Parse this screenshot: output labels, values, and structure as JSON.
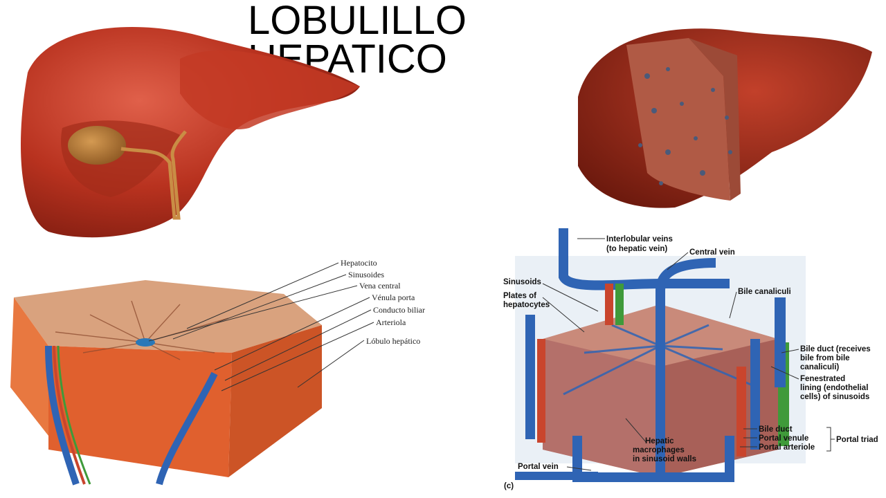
{
  "slide": {
    "title_line1": "LOBULILLO",
    "title_line2": "HEPATICO"
  },
  "left_diagram": {
    "labels": [
      "Hepatocito",
      "Sinusoides",
      "Vena central",
      "Vénula porta",
      "Conducto biliar",
      "Arteriola",
      "Lóbulo hepático"
    ]
  },
  "right_diagram": {
    "labels": {
      "interlobular": "Interlobular veins",
      "interlobular2": "(to hepatic vein)",
      "central_vein": "Central vein",
      "sinusoids": "Sinusoids",
      "plates1": "Plates of",
      "plates2": "hepatocytes",
      "bile_canaliculi": "Bile canaliculi",
      "bile_duct_r1": "Bile duct (receives",
      "bile_duct_r2": "bile from bile",
      "bile_duct_r3": "canaliculi)",
      "fen1": "Fenestrated",
      "fen2": "lining (endothelial",
      "fen3": "cells) of sinusoids",
      "bile_duct": "Bile duct",
      "portal_venule": "Portal venule",
      "portal_arteriole": "Portal arteriole",
      "portal_triad": "Portal triad",
      "hepatic1": "Hepatic",
      "hepatic2": "macrophages",
      "hepatic3": "in sinusoid walls",
      "portal_vein": "Portal vein",
      "fig": "(c)"
    }
  },
  "colors": {
    "liver": "#b8321f",
    "liver_dark": "#7e1c10",
    "vein_blue": "#2f64b4",
    "artery_red": "#c9452d",
    "bile_green": "#3f9a3a",
    "lobule_orange": "#e0602e"
  }
}
